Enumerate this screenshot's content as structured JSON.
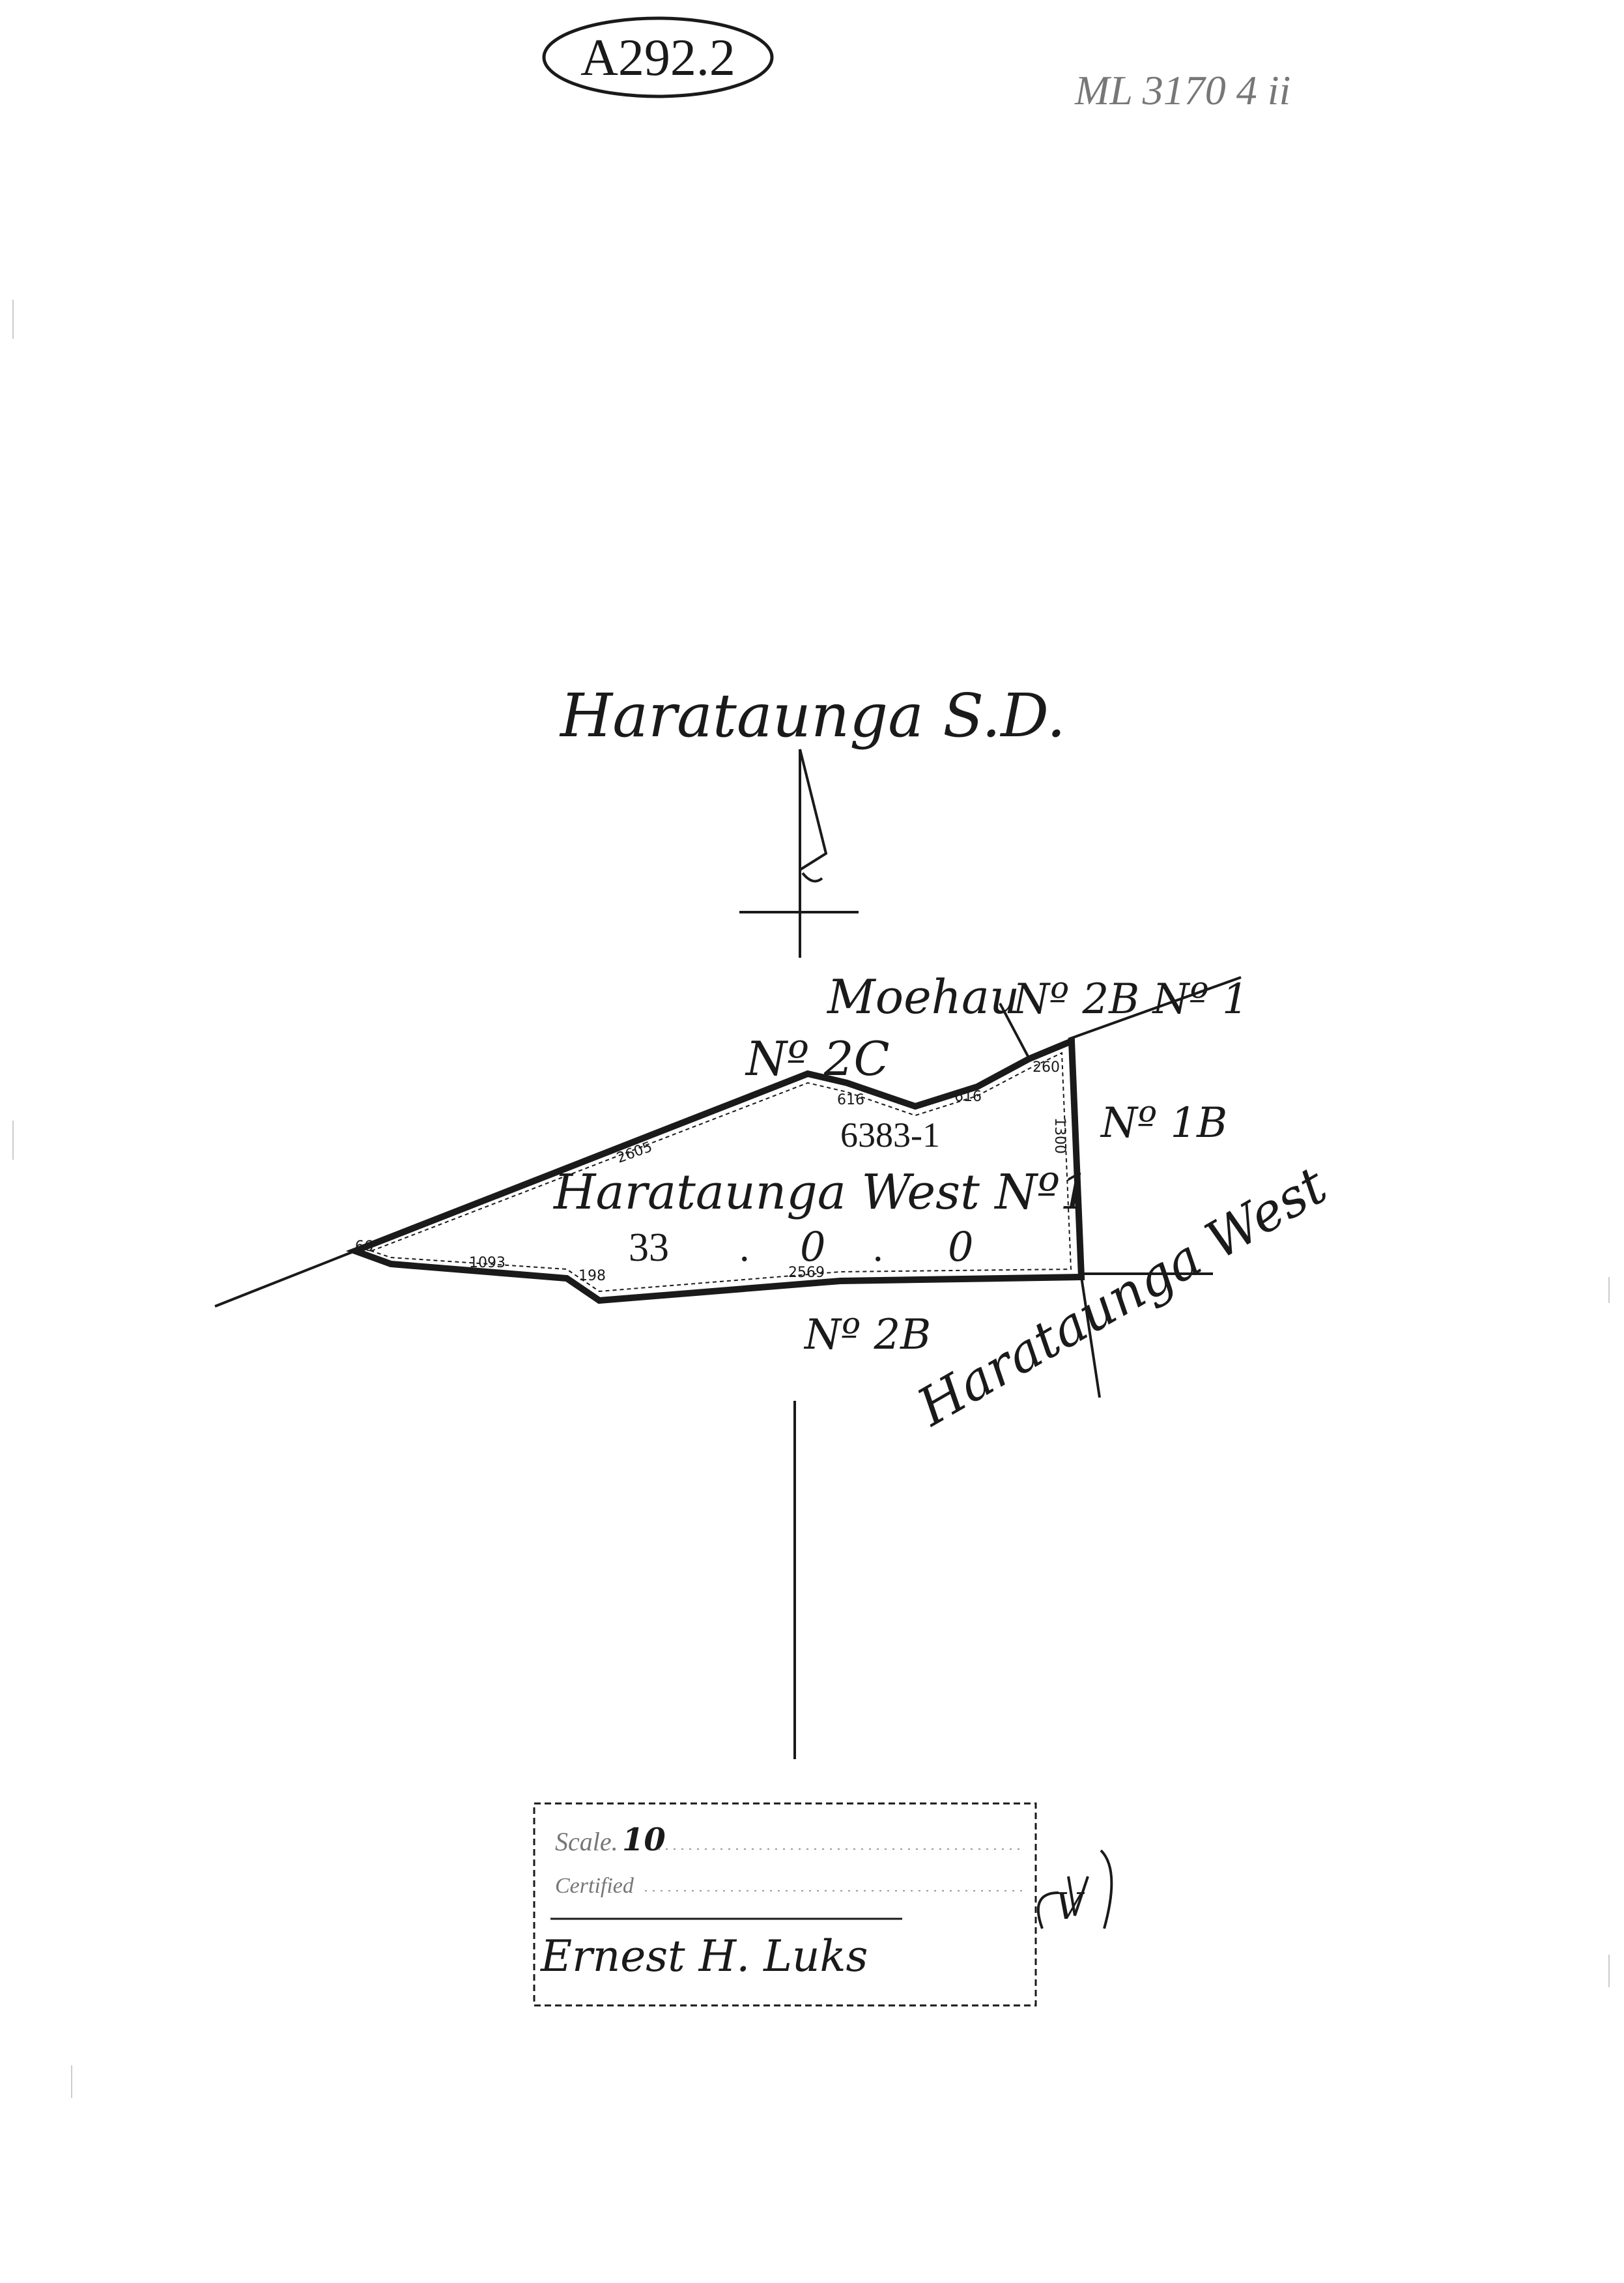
{
  "header": {
    "ref_circled": "A292.2",
    "ref_corner": "ML 3170 4 ii"
  },
  "plan": {
    "title": "Harataunga S.D.",
    "block": {
      "name": "Harataunga West Nº1",
      "area": [
        "33",
        "0",
        "0"
      ],
      "number": "6383-1"
    },
    "adjoining": {
      "north_west": "Nº 2C",
      "north_name": "Moehau",
      "north_east": "Nº 2B Nº 1",
      "east": "Nº 1B",
      "south": "Nº 2B",
      "east_road": "Harataunga West"
    },
    "links": [
      "2605",
      "616",
      "616",
      "260",
      "1300",
      "1093",
      "198",
      "2569",
      "66"
    ]
  },
  "certificate": {
    "scale_label": "Scale.",
    "scale_value": "10",
    "certified_label": "Certified",
    "signature": "Ernest H. Luks",
    "initials": "V"
  },
  "colors": {
    "ink": "#1a1a1a",
    "background": "#ffffff"
  }
}
